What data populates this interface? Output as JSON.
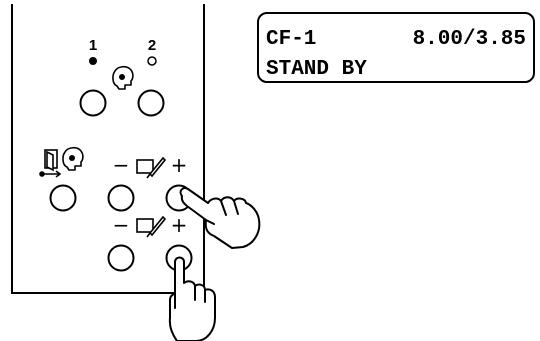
{
  "display": {
    "line1_left": "CF-1",
    "line1_right": "8.00/3.85",
    "line2": "STAND BY"
  },
  "panel": {
    "channel_labels": [
      "1",
      "2"
    ],
    "channel_1_led": "filled",
    "channel_2_led": "empty",
    "minus_symbol": "−",
    "plus_symbol": "+"
  },
  "icons": {
    "head": "operator-head-icon",
    "door": "door-exit-icon",
    "pen": "pen-edit-icon",
    "hand": "pressing-hand-icon"
  }
}
